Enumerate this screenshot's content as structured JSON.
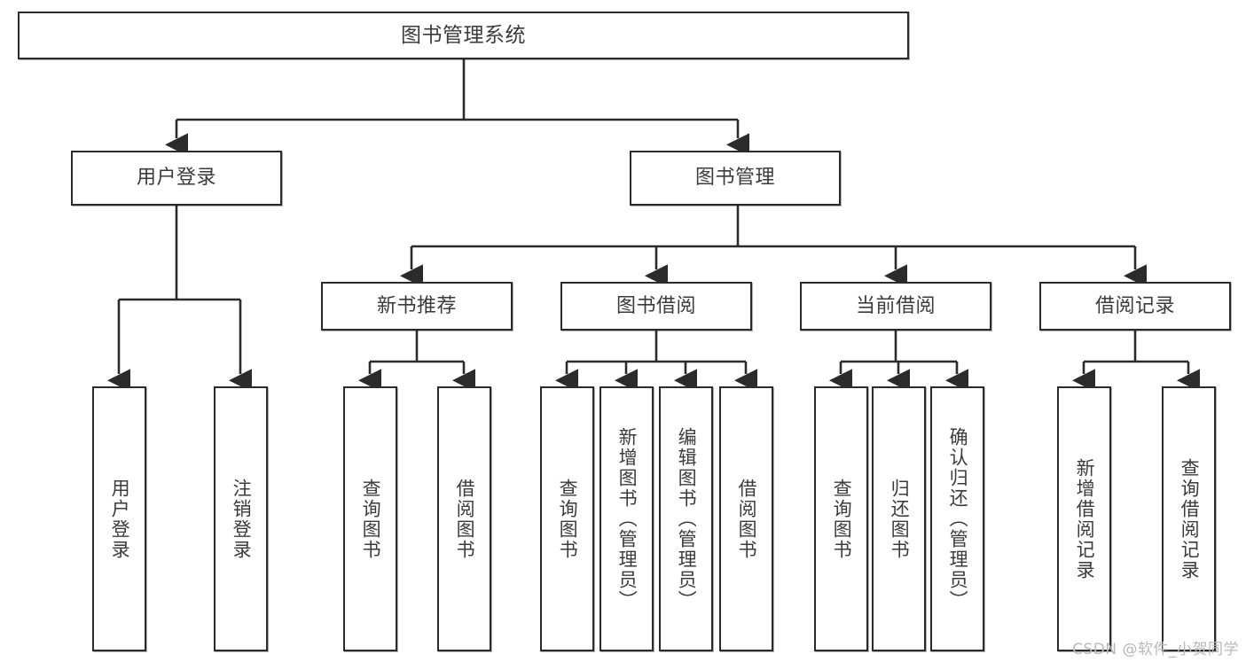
{
  "diagram": {
    "type": "hierarchy-tree",
    "title": "图书管理系统",
    "orientation": "top-down",
    "colors": {
      "box_border": "#2b2b2b",
      "box_fill": "#ffffff",
      "text": "#3b3b3b",
      "connector": "#2b2b2b",
      "watermark": "#b9b9b9"
    },
    "root": {
      "label": "图书管理系统"
    },
    "level2": [
      {
        "label": "用户登录"
      },
      {
        "label": "图书管理"
      }
    ],
    "level3": [
      {
        "label": "新书推荐"
      },
      {
        "label": "图书借阅"
      },
      {
        "label": "当前借阅"
      },
      {
        "label": "借阅记录"
      }
    ],
    "leaves": {
      "user_login": [
        {
          "label": "用户登录"
        },
        {
          "label": "注销登录"
        }
      ],
      "new_book_recommend": [
        {
          "label": "查询图书"
        },
        {
          "label": "借阅图书"
        }
      ],
      "book_borrow": [
        {
          "label": "查询图书"
        },
        {
          "label": "新增图书（管理员）"
        },
        {
          "label": "编辑图书（管理员）"
        },
        {
          "label": "借阅图书"
        }
      ],
      "current_borrow": [
        {
          "label": "查询图书"
        },
        {
          "label": "归还图书"
        },
        {
          "label": "确认归还（管理员）"
        }
      ],
      "borrow_record": [
        {
          "label": "新增借阅记录"
        },
        {
          "label": "查询借阅记录"
        }
      ]
    }
  },
  "watermark": {
    "text": "CSDN @软件_小贺同学"
  }
}
